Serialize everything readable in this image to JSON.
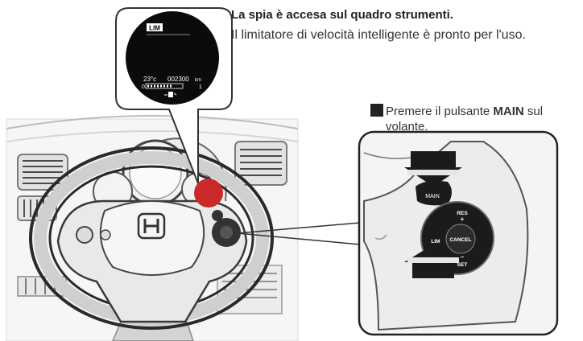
{
  "display": {
    "top_text": "LIM",
    "temperature": "23°c",
    "odometer": "002300",
    "odometer_unit": "km",
    "gauge_left": "0",
    "gauge_right": "1"
  },
  "callout1": {
    "title": "La spia è accesa sul quadro strumenti.",
    "text": "Il limitatore di velocità intelligente è pronto per l'uso."
  },
  "callout2": {
    "prefix": "Premere il pulsante ",
    "bold": "MAIN",
    "suffix": " sul volante."
  },
  "buttons": {
    "main": "MAIN",
    "res": "RES",
    "plus": "+",
    "cancel": "CANCEL",
    "lim": "LIM",
    "minus": "–",
    "set": "SET"
  },
  "colors": {
    "indicator": "#cc2a2a",
    "dark": "#1b1b1b"
  }
}
